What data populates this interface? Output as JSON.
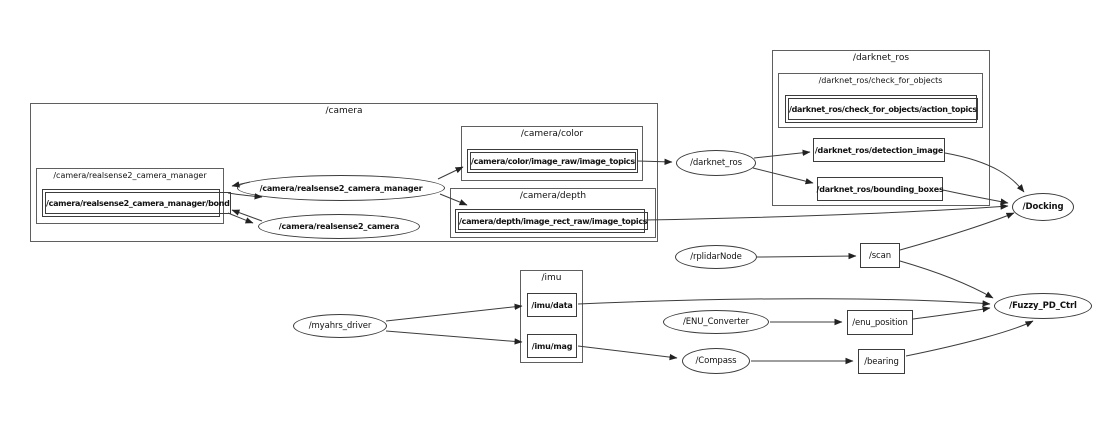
{
  "diagram": {
    "type": "ros_node_graph",
    "colors": {
      "background": "#ffffff",
      "container_stroke": "#5f5f5f",
      "node_stroke": "#3c3c3c",
      "edge": "#3c3c3c",
      "text": "#111111"
    },
    "containers": {
      "camera": "/camera",
      "camera_manager": "/camera/realsense2_camera_manager",
      "camera_color": "/camera/color",
      "camera_depth": "/camera/depth",
      "darknet_ros": "/darknet_ros",
      "check_for_objects": "/darknet_ros/check_for_objects",
      "imu": "/imu"
    },
    "nodes": {
      "realsense2_camera_manager": "/camera/realsense2_camera_manager",
      "realsense2_camera": "/camera/realsense2_camera",
      "darknet_ros": "/darknet_ros",
      "docking": "/Docking",
      "rplidar": "/rplidarNode",
      "myahrs_driver": "/myahrs_driver",
      "enu_converter": "/ENU_Converter",
      "compass": "/Compass",
      "fuzzy_pd_ctrl": "/Fuzzy_PD_Ctrl"
    },
    "topics": {
      "bond": "/camera/realsense2_camera_manager/bond",
      "color_image_topics": "/camera/color/image_raw/image_topics",
      "depth_image_topics": "/camera/depth/image_rect_raw/image_topics",
      "action_topics": "/darknet_ros/check_for_objects/action_topics",
      "detection_image": "/darknet_ros/detection_image",
      "bounding_boxes": "/darknet_ros/bounding_boxes",
      "scan": "/scan",
      "enu_position": "/enu_position",
      "bearing": "/bearing",
      "imu_data": "/imu/data",
      "imu_mag": "/imu/mag"
    },
    "edges": [
      "/camera/realsense2_camera_manager -> /camera/realsense2_camera_manager/bond",
      "/camera/realsense2_camera_manager/bond -> /camera/realsense2_camera_manager",
      "/camera/realsense2_camera -> /camera/realsense2_camera_manager/bond",
      "/camera/realsense2_camera_manager/bond -> /camera/realsense2_camera",
      "/camera/realsense2_camera_manager -> /camera/color/image_raw/image_topics",
      "/camera/realsense2_camera_manager -> /camera/depth/image_rect_raw/image_topics",
      "/camera/color/image_raw/image_topics -> /darknet_ros",
      "/camera/depth/image_rect_raw/image_topics -> /Docking",
      "/darknet_ros -> /darknet_ros/detection_image",
      "/darknet_ros -> /darknet_ros/bounding_boxes",
      "/darknet_ros/detection_image -> /Docking",
      "/darknet_ros/bounding_boxes -> /Docking",
      "/rplidarNode -> /scan",
      "/scan -> /Docking",
      "/scan -> /Fuzzy_PD_Ctrl",
      "/myahrs_driver -> /imu/data",
      "/myahrs_driver -> /imu/mag",
      "/imu/data -> /Fuzzy_PD_Ctrl",
      "/imu/mag -> /Compass",
      "/ENU_Converter -> /enu_position",
      "/enu_position -> /Fuzzy_PD_Ctrl",
      "/Compass -> /bearing",
      "/bearing -> /Fuzzy_PD_Ctrl"
    ]
  }
}
